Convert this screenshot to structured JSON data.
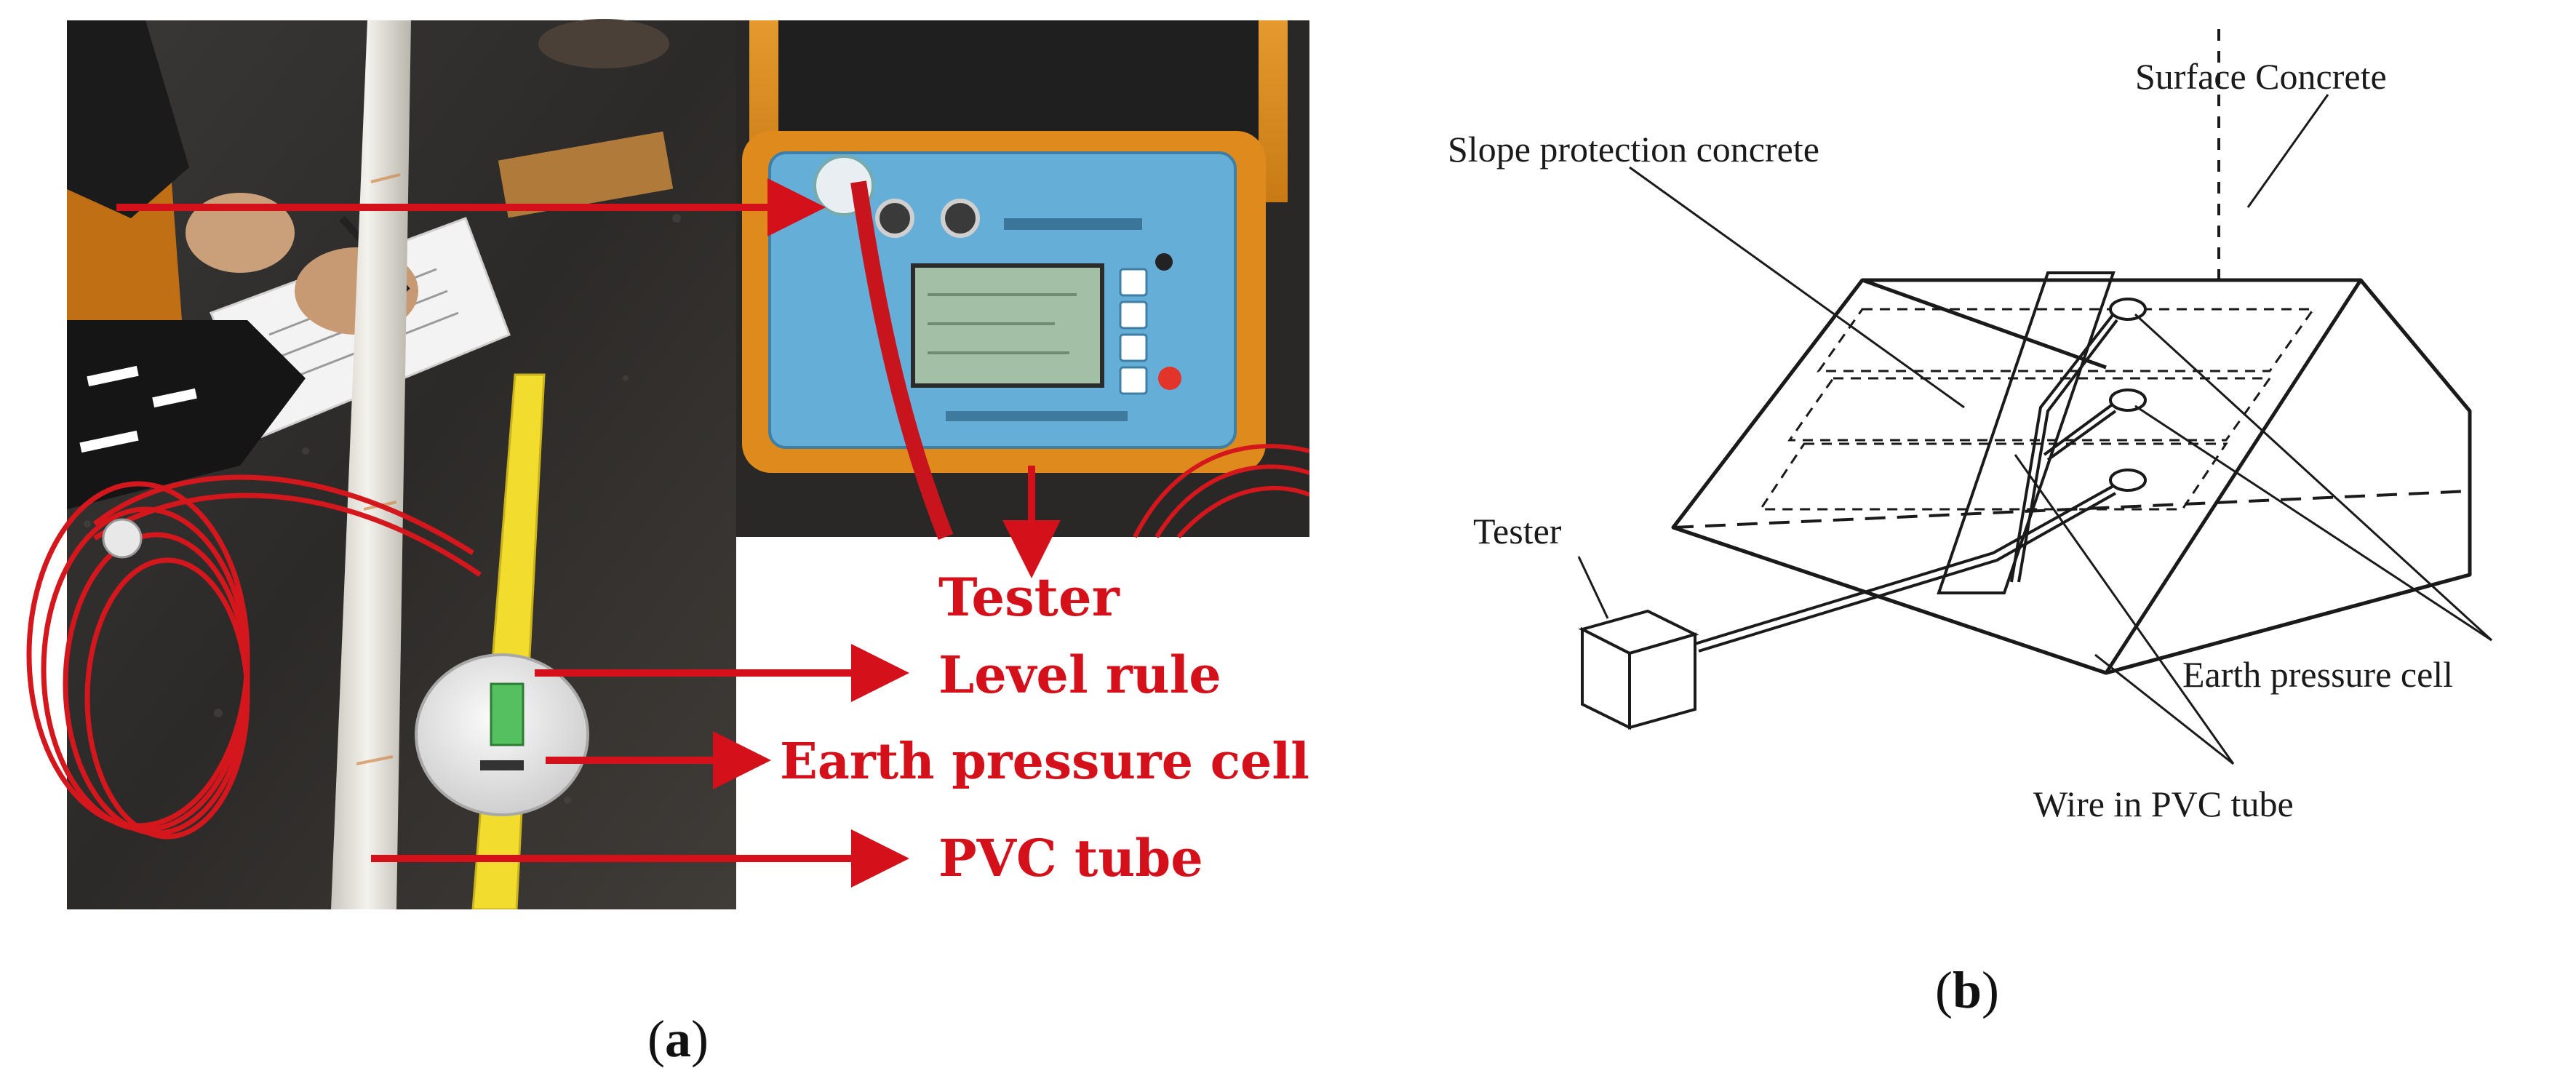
{
  "panel_a": {
    "caption_open": "(",
    "caption_letter": "a",
    "caption_close": ")",
    "labels": {
      "tester": "Tester",
      "level_rule": "Level rule",
      "earth_pressure_cell": "Earth pressure cell",
      "pvc_tube": "PVC tube"
    }
  },
  "panel_b": {
    "caption_open": "(",
    "caption_letter": "b",
    "caption_close": ")",
    "labels": {
      "surface_concrete": "Surface Concrete",
      "slope_protection_concrete": "Slope protection concrete",
      "tester": "Tester",
      "earth_pressure_cell": "Earth pressure cell",
      "wire_in_pvc_tube": "Wire in PVC tube"
    }
  },
  "colors": {
    "callout_red": "#d4101a",
    "line_dark": "#1a1a1a"
  }
}
